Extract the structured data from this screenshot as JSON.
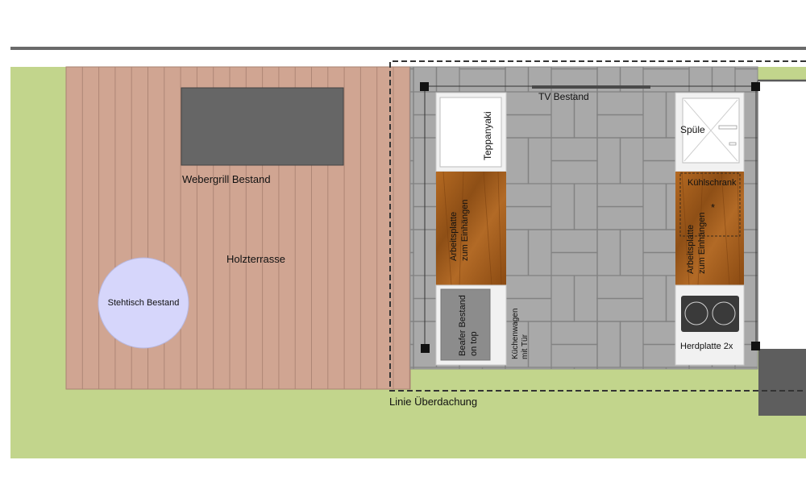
{
  "labels": {
    "grill": "Webergrill Bestand",
    "terrace": "Holzterrasse",
    "table": "Stehtisch Bestand",
    "tv": "TV Bestand",
    "teppanyaki": "Teppanyaki",
    "counter_left_1": "Arbeitsplatte",
    "counter_left_2": "zum Einhängen",
    "beafer_1": "Beafer Bestand",
    "beafer_2": "on top",
    "cart_1": "Küchenwagen",
    "cart_2": "mit Tür",
    "sink": "Spüle",
    "fridge": "Kühlschrank",
    "fridge_mark": "*",
    "counter_right_1": "Arbeitsplatte",
    "counter_right_2": "zum Einhängen",
    "hob": "Herdplatte 2x",
    "roofline": "Linie Überdachung"
  },
  "colors": {
    "lawn": "#c2d58c",
    "deck": "#d0a592",
    "tiles": "#a9a9a9",
    "grill": "#666666",
    "table": "#d6d6fb",
    "wood": "#a35f1c",
    "hob": "#3a3a3a"
  }
}
